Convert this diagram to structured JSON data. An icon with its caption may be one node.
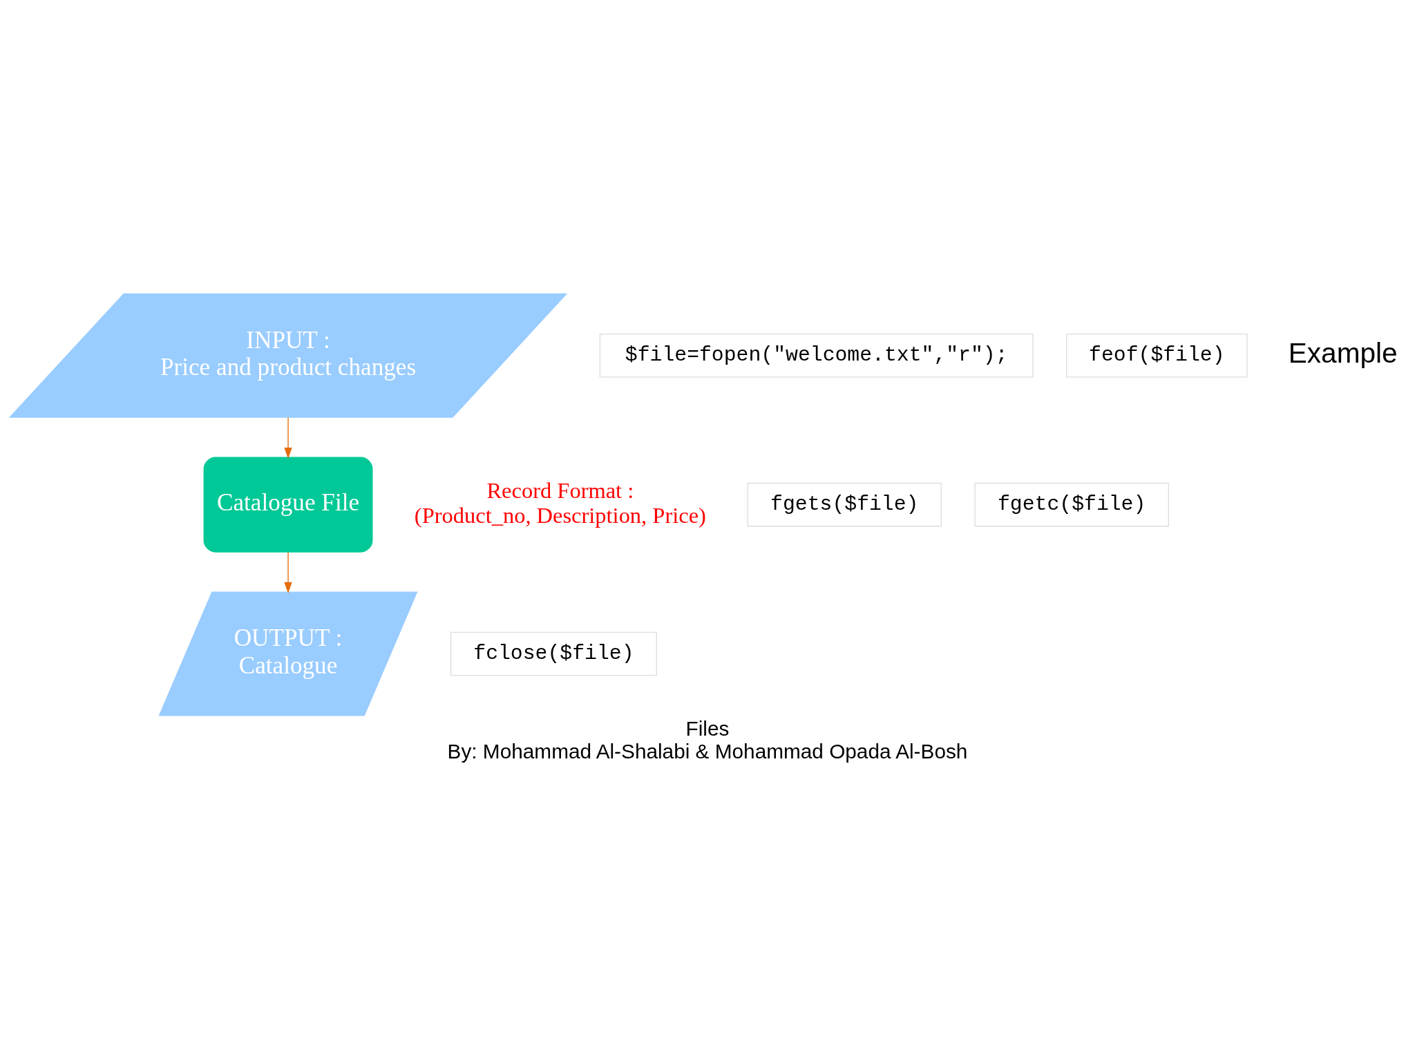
{
  "diagram": {
    "title": "Files",
    "caption": "By: Mohammad Al-Shalabi & Mohammad Opada Al-Bosh",
    "nodes": [
      {
        "text": [
          "INPUT :",
          "Price and product changes"
        ]
      },
      {
        "text": [
          "Catalogue File"
        ],
        "beside": [
          "Record Format :",
          "(Product_no, Description, Price)"
        ]
      },
      {
        "text": [
          "OUTPUT :",
          "Catalogue"
        ]
      },
      {
        "text": [
          "$file=fopen(\"welcome.txt\",\"r\");"
        ]
      },
      {
        "text": [
          "feof($file)"
        ]
      },
      {
        "text": [
          "fgets($file)"
        ]
      },
      {
        "text": [
          "fgetc($file)"
        ]
      },
      {
        "text": [
          "fclose($file)"
        ]
      }
    ],
    "edges": [
      {
        "from": 0,
        "to": 1,
        "arrow": "to",
        "color": "#e46c0a"
      },
      {
        "from": 1,
        "to": 2,
        "arrow": "to",
        "color": "#e46c0a"
      }
    ],
    "labels": [
      "Example"
    ]
  }
}
